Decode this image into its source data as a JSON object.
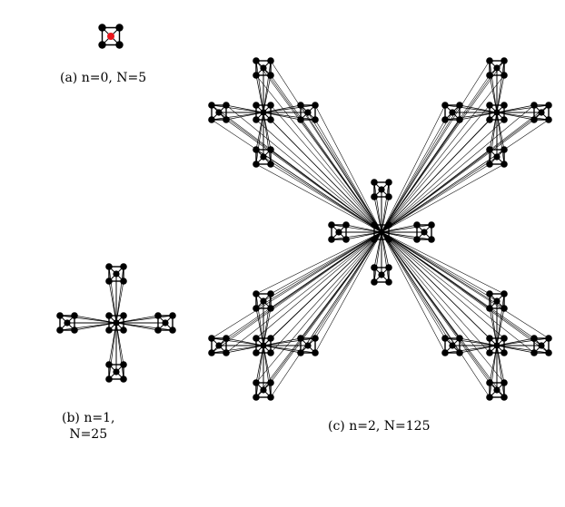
{
  "captions": {
    "a": "(a) n=0, N=5",
    "b_line1": "(b) n=1,",
    "b_line2": "N=25",
    "c": "(c) n=2, N=125"
  },
  "graphs": [
    {
      "id": "a",
      "generation": 0,
      "node_count": 5,
      "hub_color": "#e8161c"
    },
    {
      "id": "b",
      "generation": 1,
      "node_count": 25
    },
    {
      "id": "c",
      "generation": 2,
      "node_count": 125
    }
  ],
  "colors": {
    "node": "#000000",
    "edge": "#000000",
    "background": "#ffffff"
  }
}
